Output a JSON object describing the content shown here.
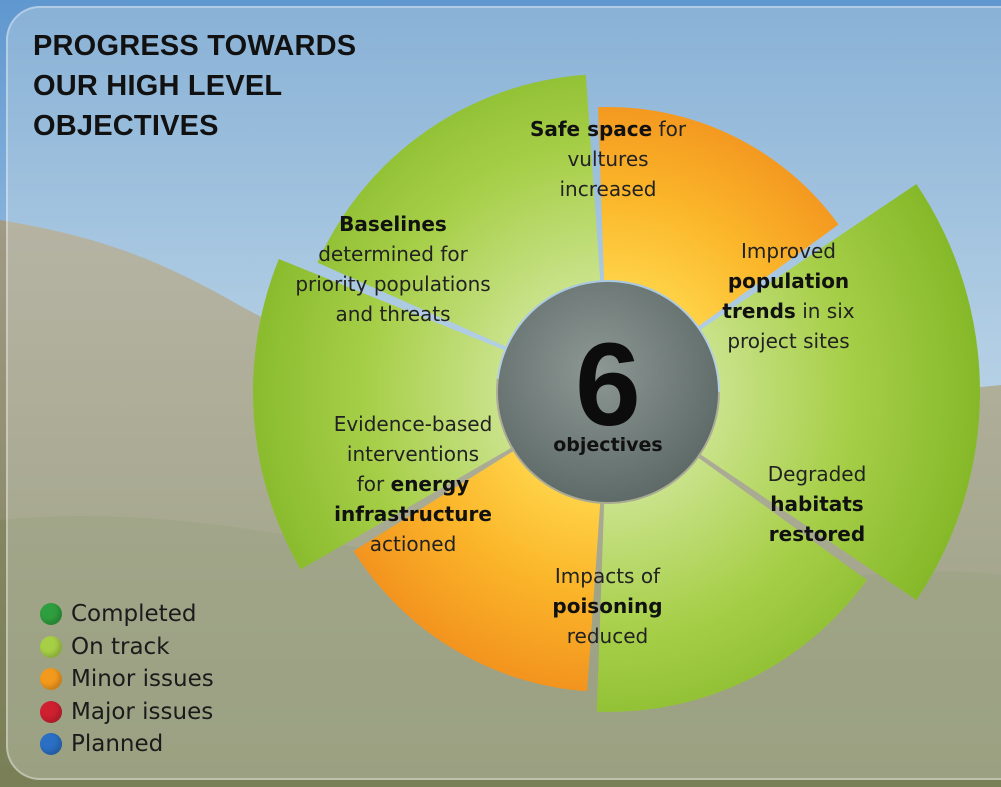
{
  "title": {
    "line1": "PROGRESS TOWARDS",
    "line2": "OUR HIGH LEVEL",
    "line3": "OBJECTIVES"
  },
  "center": {
    "number": "6",
    "label": "objectives"
  },
  "objectives": [
    {
      "status": "on_track",
      "lines": [
        [
          {
            "t": "Safe space",
            "b": true
          },
          {
            "t": " for",
            "b": false
          }
        ],
        [
          {
            "t": "vultures",
            "b": false
          }
        ],
        [
          {
            "t": "increased",
            "b": false
          }
        ]
      ]
    },
    {
      "status": "minor_issues",
      "lines": [
        [
          {
            "t": "Improved",
            "b": false
          }
        ],
        [
          {
            "t": "population",
            "b": true
          }
        ],
        [
          {
            "t": "trends",
            "b": true
          },
          {
            "t": " in six",
            "b": false
          }
        ],
        [
          {
            "t": "project sites",
            "b": false
          }
        ]
      ]
    },
    {
      "status": "on_track",
      "lines": [
        [
          {
            "t": "Degraded",
            "b": false
          }
        ],
        [
          {
            "t": "habitats",
            "b": true
          }
        ],
        [
          {
            "t": "restored",
            "b": true
          }
        ]
      ]
    },
    {
      "status": "on_track",
      "lines": [
        [
          {
            "t": "Impacts of",
            "b": false
          }
        ],
        [
          {
            "t": "poisoning",
            "b": true
          }
        ],
        [
          {
            "t": "reduced",
            "b": false
          }
        ]
      ]
    },
    {
      "status": "minor_issues",
      "lines": [
        [
          {
            "t": "Evidence-based",
            "b": false
          }
        ],
        [
          {
            "t": "interventions",
            "b": false
          }
        ],
        [
          {
            "t": "for ",
            "b": false
          },
          {
            "t": "energy",
            "b": true
          }
        ],
        [
          {
            "t": "infrastructure",
            "b": true
          }
        ],
        [
          {
            "t": "actioned",
            "b": false
          }
        ]
      ]
    },
    {
      "status": "on_track",
      "lines": [
        [
          {
            "t": "Baselines",
            "b": true
          }
        ],
        [
          {
            "t": "determined for",
            "b": false
          }
        ],
        [
          {
            "t": "priority populations",
            "b": false
          }
        ],
        [
          {
            "t": "and threats",
            "b": false
          }
        ]
      ]
    }
  ],
  "legend": [
    {
      "key": "completed",
      "label": "Completed",
      "color": "#2e9e3e"
    },
    {
      "key": "on_track",
      "label": "On track",
      "color": "#a6cf45"
    },
    {
      "key": "minor_issues",
      "label": "Minor issues",
      "color": "#f39a1e"
    },
    {
      "key": "major_issues",
      "label": "Major issues",
      "color": "#cf2030"
    },
    {
      "key": "planned",
      "label": "Planned",
      "color": "#2a6fc4"
    }
  ],
  "colors": {
    "sky": "#8fb6dc",
    "hill": "#9c9a7c",
    "hub": "#6f7c78"
  }
}
